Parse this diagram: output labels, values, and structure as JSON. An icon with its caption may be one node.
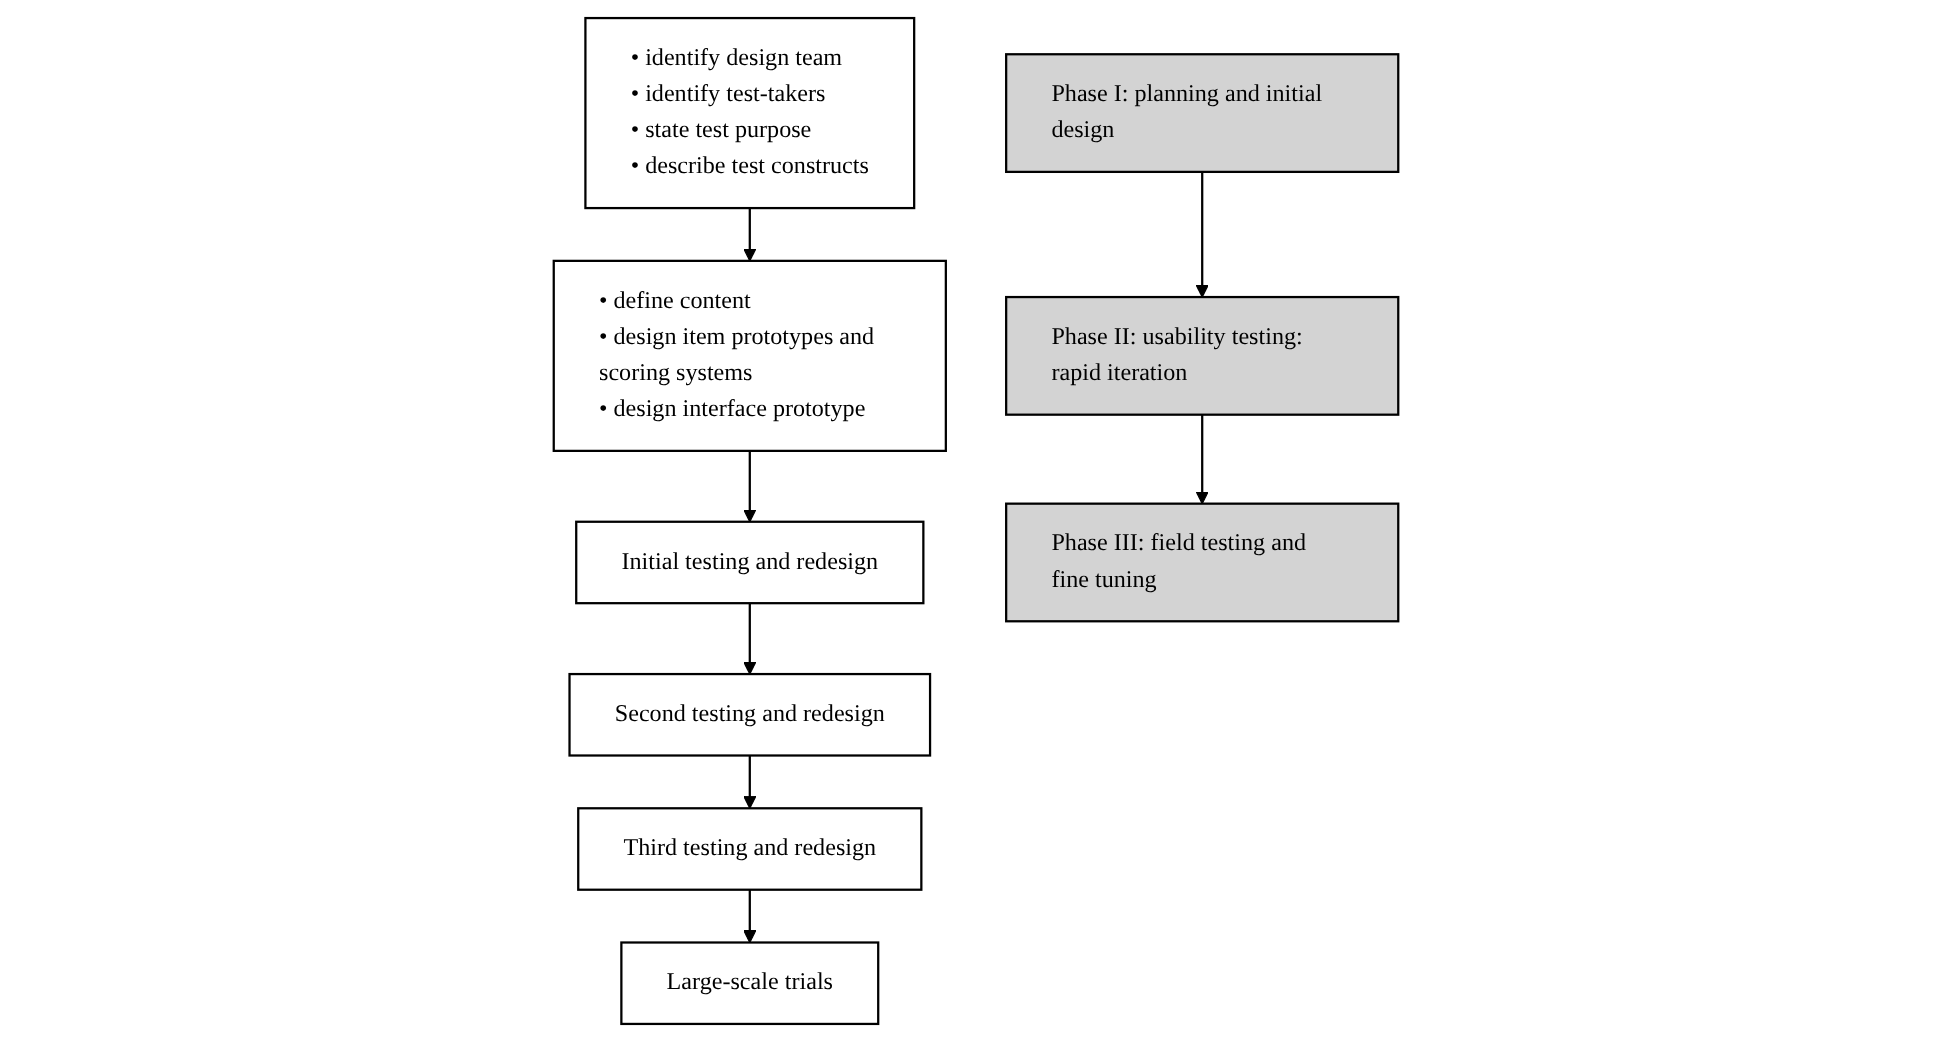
{
  "diagram": {
    "nodes": [
      {
        "text": [
          "• identify design team",
          "• identify test-takers",
          "• state test purpose",
          "• describe test constructs"
        ]
      },
      {
        "text": [
          "• define content",
          "• design item prototypes and scoring systems",
          "• design interface prototype"
        ]
      },
      {
        "text": [
          "Initial testing and redesign"
        ]
      },
      {
        "text": [
          "Second testing and redesign"
        ]
      },
      {
        "text": [
          "Third testing and redesign"
        ]
      },
      {
        "text": [
          "Large-scale trials"
        ]
      },
      {
        "text": [
          "Phase I: planning and initial design"
        ]
      },
      {
        "text": [
          "Phase II: usability testing: rapid iteration"
        ]
      },
      {
        "text": [
          "Phase III: field testing and fine tuning"
        ]
      }
    ],
    "edges": [
      {
        "from": 0,
        "to": 1,
        "arrow": "to"
      },
      {
        "from": 1,
        "to": 2,
        "arrow": "to"
      },
      {
        "from": 2,
        "to": 3,
        "arrow": "to"
      },
      {
        "from": 3,
        "to": 4,
        "arrow": "to"
      },
      {
        "from": 4,
        "to": 5,
        "arrow": "to"
      },
      {
        "from": 6,
        "to": 7,
        "arrow": "to"
      },
      {
        "from": 7,
        "to": 8,
        "arrow": "to"
      }
    ]
  }
}
